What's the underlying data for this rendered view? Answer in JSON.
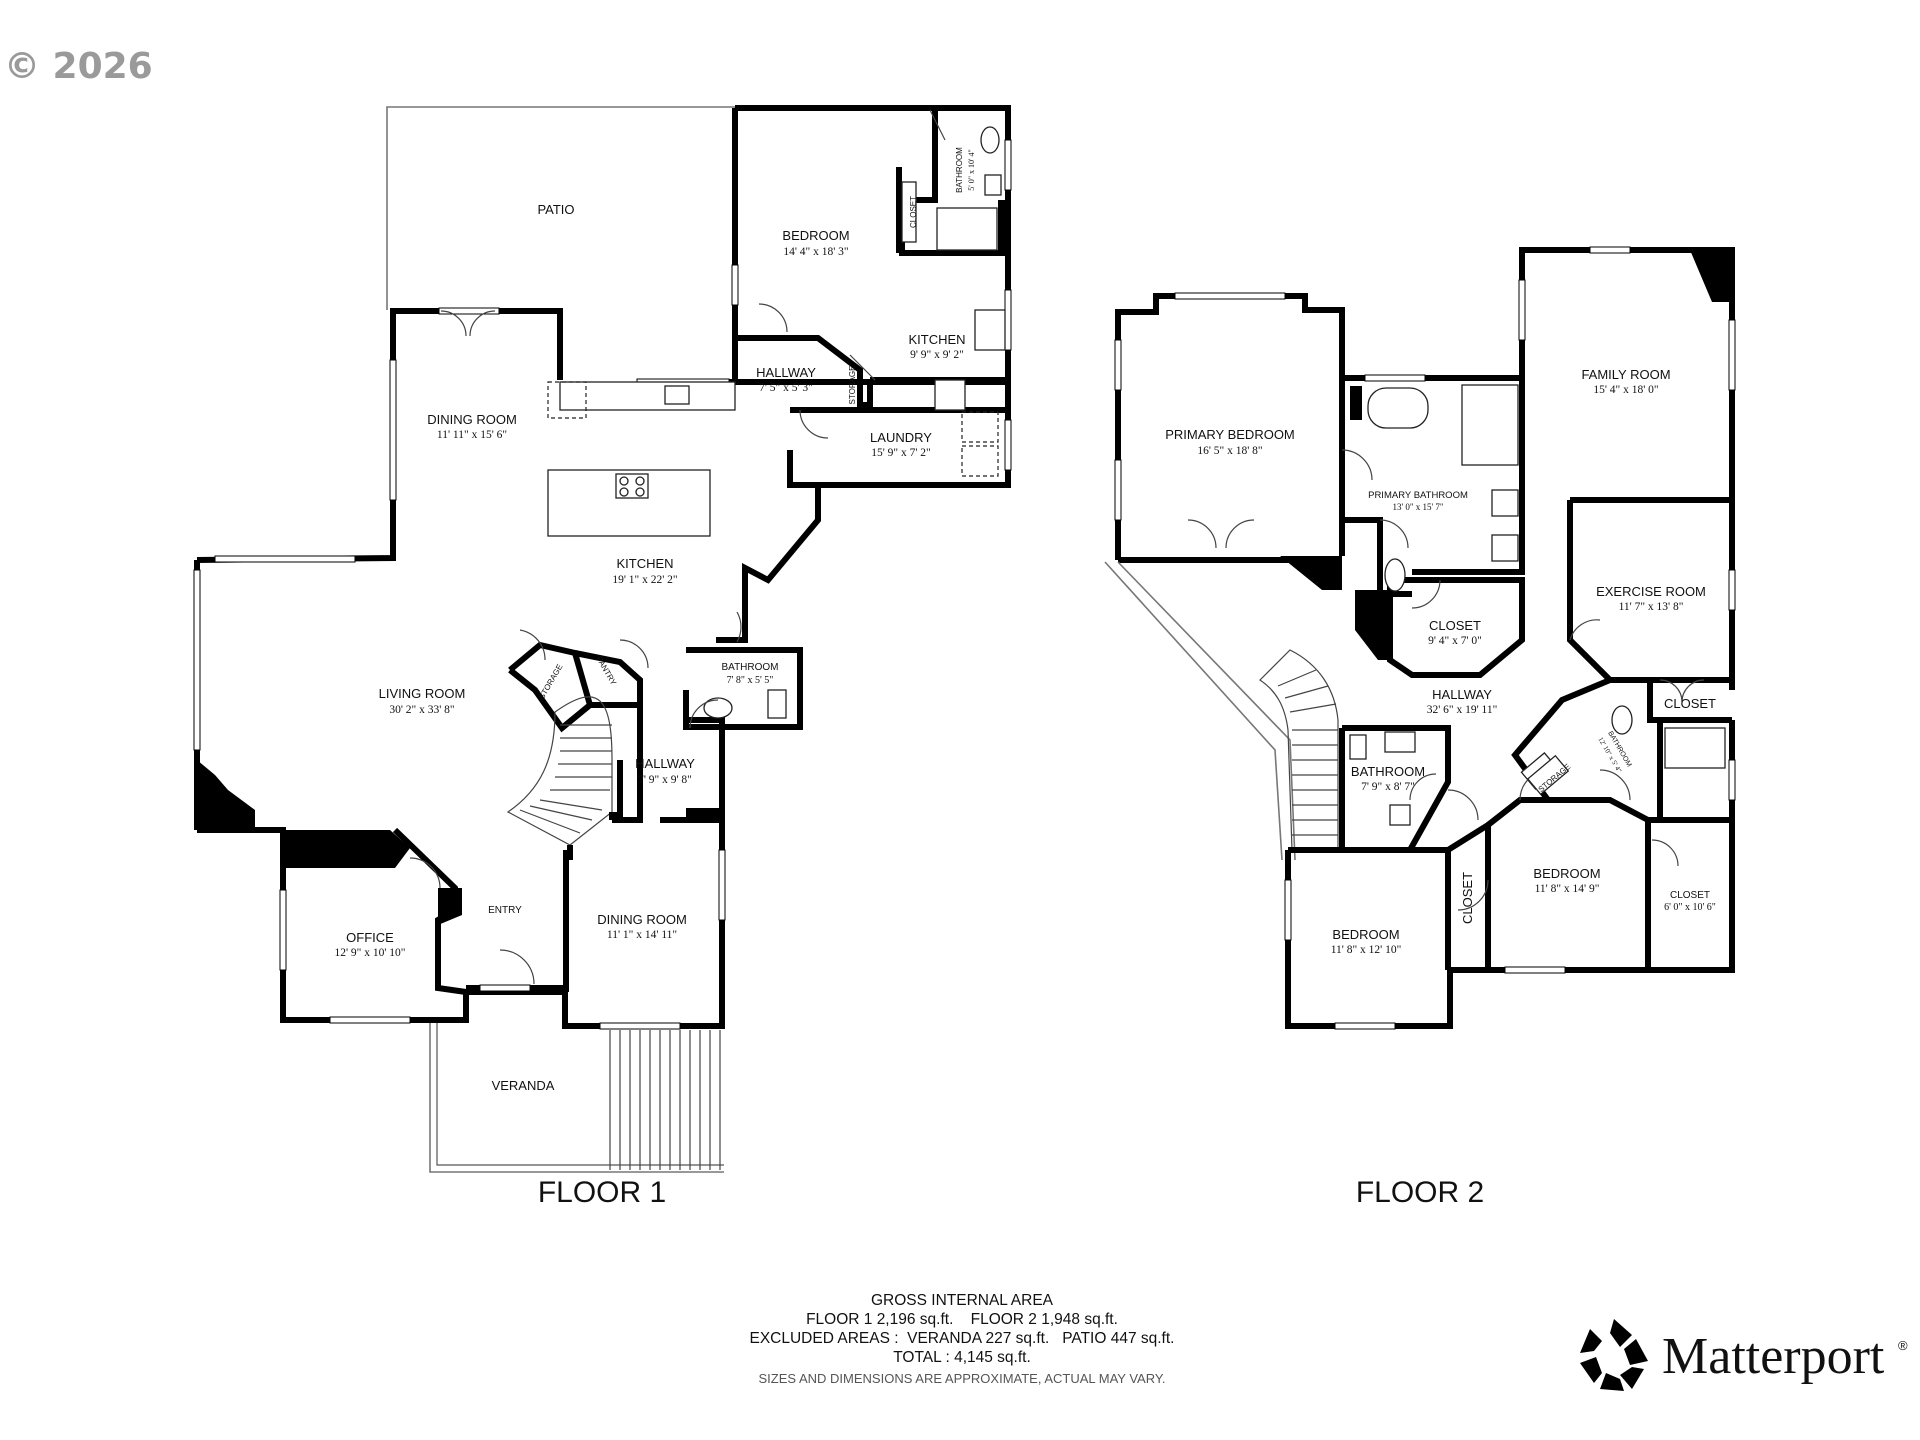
{
  "copyright": "© 2026",
  "floors": [
    {
      "label": "FLOOR 1",
      "rooms": [
        {
          "name": "PATIO",
          "dims": ""
        },
        {
          "name": "BEDROOM",
          "dims": "14' 4\" x 18' 3\""
        },
        {
          "name": "BATHROOM",
          "dims": "5' 0\" x 10' 4\""
        },
        {
          "name": "CLOSET",
          "dims": ""
        },
        {
          "name": "KITCHEN",
          "dims": "9' 9\" x 9' 2\""
        },
        {
          "name": "HALLWAY",
          "dims": "7' 5\" x 5' 3\""
        },
        {
          "name": "STORAGE",
          "dims": ""
        },
        {
          "name": "LAUNDRY",
          "dims": "15' 9\" x 7' 2\""
        },
        {
          "name": "DINING ROOM",
          "dims": "11' 11\" x 15' 6\""
        },
        {
          "name": "KITCHEN",
          "dims": "19' 1\" x 22' 2\""
        },
        {
          "name": "LIVING ROOM",
          "dims": "30' 2\" x 33' 8\""
        },
        {
          "name": "STORAGE",
          "dims": ""
        },
        {
          "name": "PANTRY",
          "dims": ""
        },
        {
          "name": "BATHROOM",
          "dims": "7' 8\" x 5' 5\""
        },
        {
          "name": "HALLWAY",
          "dims": "7' 9\" x 9' 8\""
        },
        {
          "name": "ENTRY",
          "dims": ""
        },
        {
          "name": "OFFICE",
          "dims": "12' 9\" x 10' 10\""
        },
        {
          "name": "DINING ROOM",
          "dims": "11' 1\" x 14' 11\""
        },
        {
          "name": "VERANDA",
          "dims": ""
        }
      ]
    },
    {
      "label": "FLOOR 2",
      "rooms": [
        {
          "name": "PRIMARY BEDROOM",
          "dims": "16' 5\" x 18' 8\""
        },
        {
          "name": "PRIMARY BATHROOM",
          "dims": "13' 0\" x 15' 7\""
        },
        {
          "name": "FAMILY ROOM",
          "dims": "15' 4\" x 18' 0\""
        },
        {
          "name": "EXERCISE ROOM",
          "dims": "11' 7\" x 13' 8\""
        },
        {
          "name": "CLOSET",
          "dims": "9' 4\" x 7' 0\""
        },
        {
          "name": "HALLWAY",
          "dims": "32' 6\" x 19' 11\""
        },
        {
          "name": "CLOSET",
          "dims": ""
        },
        {
          "name": "BATHROOM",
          "dims": "7' 9\" x 8' 7\""
        },
        {
          "name": "BATHROOM",
          "dims": "12' 10\" x 5' 4\""
        },
        {
          "name": "STORAGE",
          "dims": ""
        },
        {
          "name": "CLOSET",
          "dims": ""
        },
        {
          "name": "BEDROOM",
          "dims": "11' 8\" x 14' 9\""
        },
        {
          "name": "CLOSET",
          "dims": "6' 0\" x 10' 6\""
        },
        {
          "name": "BEDROOM",
          "dims": "11' 8\" x 12' 10\""
        }
      ]
    }
  ],
  "area": {
    "title": "GROSS INTERNAL AREA",
    "line1": "FLOOR 1 2,196 sq.ft.    FLOOR 2 1,948 sq.ft.",
    "line2": "EXCLUDED AREAS :  VERANDA 227 sq.ft.   PATIO 447 sq.ft.",
    "line3": "TOTAL :  4,145 sq.ft.",
    "note": "SIZES AND DIMENSIONS ARE APPROXIMATE, ACTUAL MAY VARY."
  },
  "brand": {
    "name": "Matterport",
    "registered": "®",
    "icon": "matterport-logo-icon"
  }
}
